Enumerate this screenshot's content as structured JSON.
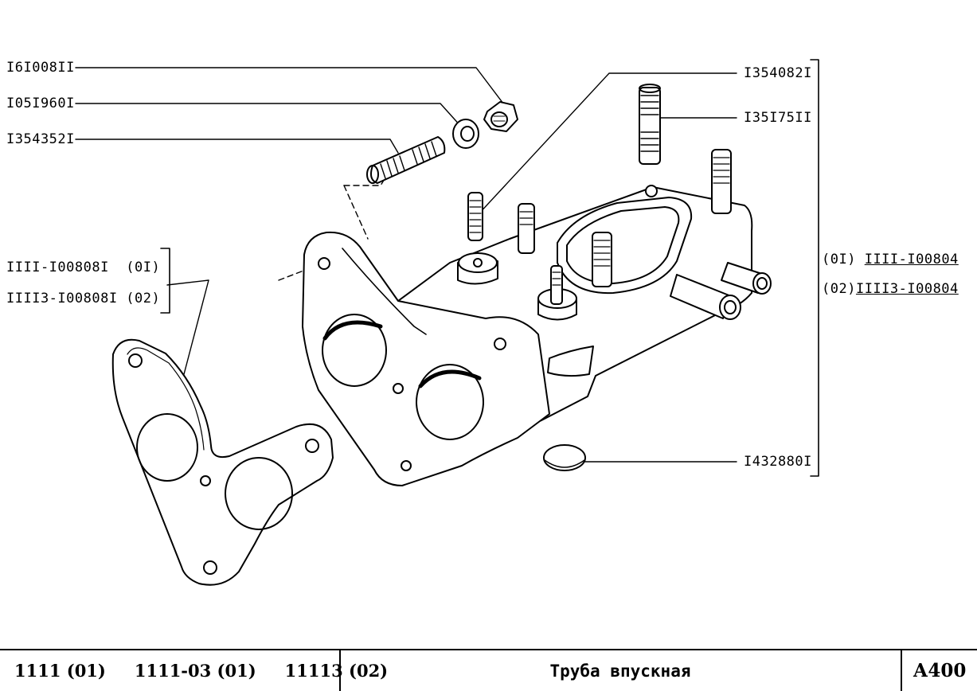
{
  "diagram": {
    "callouts": {
      "nut": "I6I008II",
      "washer": "I05I960I",
      "stud_long": "I354352I",
      "gasket_01": "IIII-I00808I  (0I)",
      "gasket_02": "IIII3-I00808I (02)",
      "stud_small": "I354082I",
      "stud_tall": "I35I75II",
      "pipe_01_prefix": "(0I)",
      "pipe_01": "IIII-I00804",
      "pipe_02_prefix": "(02)",
      "pipe_02": "IIII3-I00804",
      "plug": "I432880I"
    }
  },
  "footer": {
    "models": [
      "1111 (01)",
      "1111-03 (01)",
      "11113 (02)"
    ],
    "title": "Труба впускная",
    "code": "А400"
  }
}
